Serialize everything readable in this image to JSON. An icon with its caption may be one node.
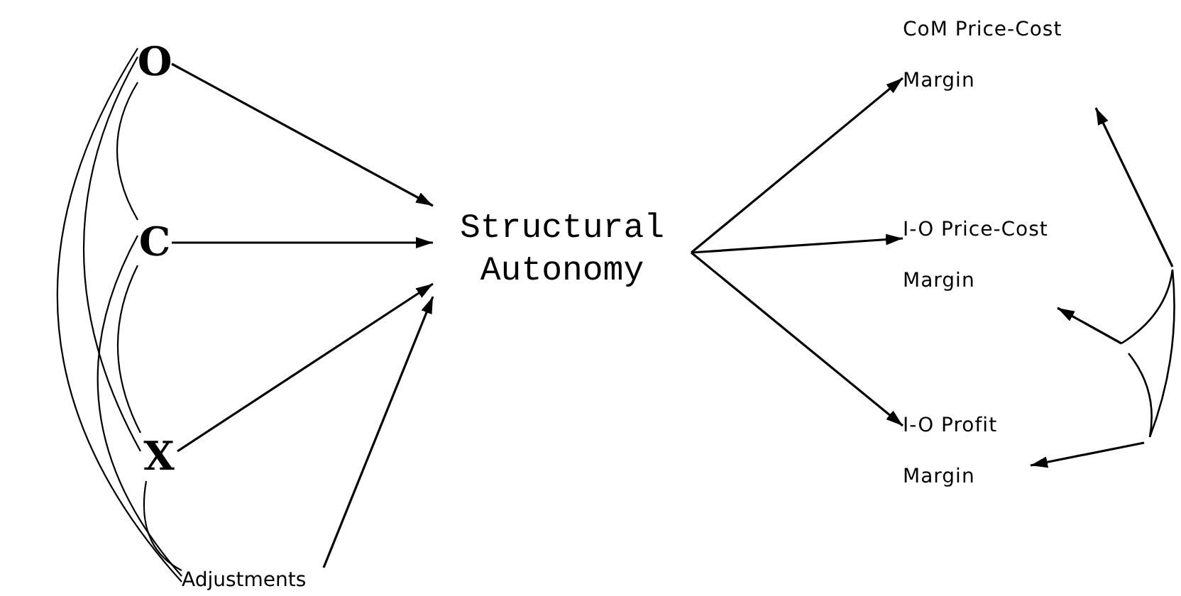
{
  "diagram": {
    "nodes": [
      {
        "text": [
          "O"
        ]
      },
      {
        "text": [
          "C"
        ]
      },
      {
        "text": [
          "X"
        ]
      },
      {
        "text": [
          "Adjustments"
        ]
      },
      {
        "text": [
          "Structural Autonomy"
        ]
      },
      {
        "text": [
          "CoM Price-Cost Margin"
        ]
      },
      {
        "text": [
          "I-O Price-Cost Margin"
        ]
      },
      {
        "text": [
          "I-O Profit Margin"
        ]
      }
    ],
    "edges": [
      {
        "from": 0,
        "to": 4,
        "arrow": "to"
      },
      {
        "from": 1,
        "to": 4,
        "arrow": "to"
      },
      {
        "from": 2,
        "to": 4,
        "arrow": "to"
      },
      {
        "from": 3,
        "to": 4,
        "arrow": "to"
      },
      {
        "from": 4,
        "to": 5,
        "arrow": "to"
      },
      {
        "from": 4,
        "to": 6,
        "arrow": "to"
      },
      {
        "from": 4,
        "to": 7,
        "arrow": "to"
      },
      {
        "from": 0,
        "to": 1,
        "arrow": "none"
      },
      {
        "from": 1,
        "to": 2,
        "arrow": "none"
      },
      {
        "from": 0,
        "to": 2,
        "arrow": "none"
      },
      {
        "from": 0,
        "to": 3,
        "arrow": "none"
      },
      {
        "from": 1,
        "to": 3,
        "arrow": "none"
      },
      {
        "from": 2,
        "to": 3,
        "arrow": "none"
      },
      {
        "from": null,
        "to": 5,
        "arrow": "to"
      },
      {
        "from": null,
        "to": 6,
        "arrow": "to"
      },
      {
        "from": null,
        "to": 7,
        "arrow": "to"
      }
    ]
  }
}
